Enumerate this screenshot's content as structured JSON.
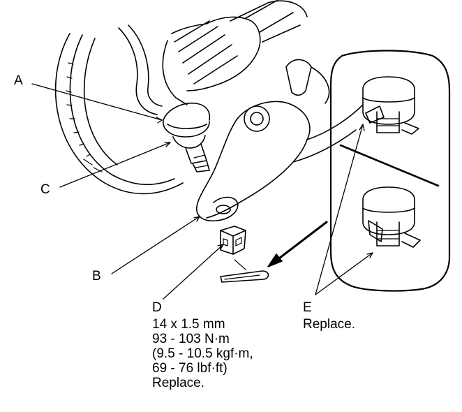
{
  "callouts": {
    "a": "A",
    "b": "B",
    "c": "C",
    "d": "D",
    "e": "E"
  },
  "spec_d": {
    "thread": "14 x 1.5 mm",
    "torque_nm": "93 - 103 N·m",
    "torque_kgf": "(9.5 - 10.5 kgf·m,",
    "torque_lbf": "69 - 76 lbf·ft)",
    "note": "Replace."
  },
  "spec_e": {
    "note": "Replace."
  },
  "colors": {
    "ink": "#000000",
    "paper": "#ffffff"
  }
}
